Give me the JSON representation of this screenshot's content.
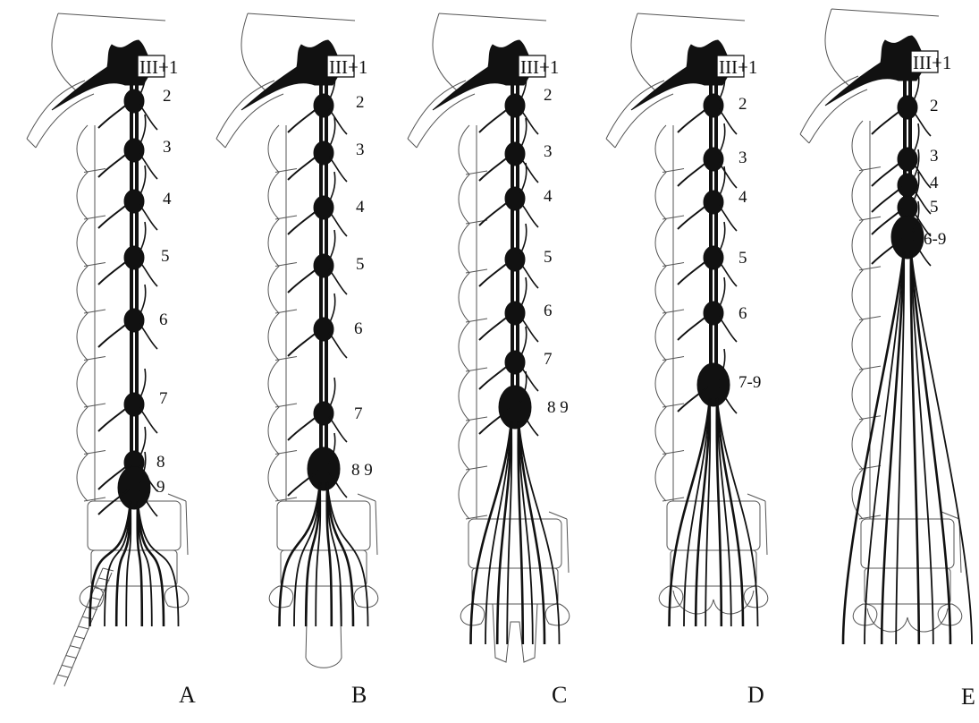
{
  "panels": [
    {
      "letter": "A",
      "label_top": "III+1",
      "ganglia": [
        "2",
        "3",
        "4",
        "5",
        "6",
        "7",
        "8",
        "9"
      ]
    },
    {
      "letter": "B",
      "label_top": "III+1",
      "ganglia": [
        "2",
        "3",
        "4",
        "5",
        "6",
        "7",
        "8 9"
      ]
    },
    {
      "letter": "C",
      "label_top": "III+1",
      "ganglia": [
        "2",
        "3",
        "4",
        "5",
        "6",
        "7",
        "8 9"
      ]
    },
    {
      "letter": "D",
      "label_top": "III+1",
      "ganglia": [
        "2",
        "3",
        "4",
        "5",
        "6",
        "7-9"
      ]
    },
    {
      "letter": "E",
      "label_top": "III+1",
      "ganglia": [
        "2",
        "3",
        "4",
        "5",
        "6-9"
      ]
    }
  ],
  "colors": {
    "ink": "#111111",
    "outline": "#555555",
    "background": "#ffffff"
  }
}
